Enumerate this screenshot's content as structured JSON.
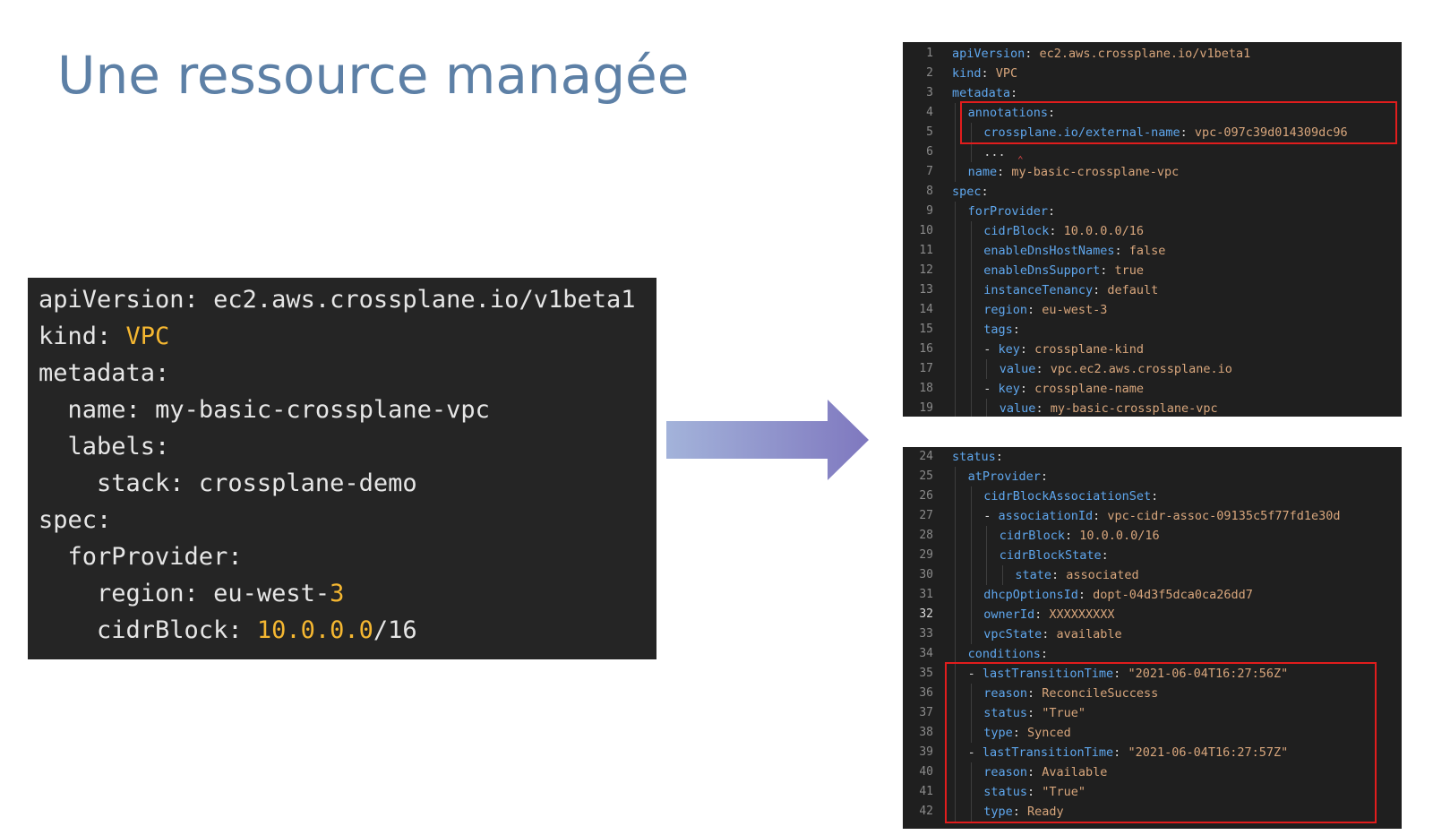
{
  "title": "Une ressource managée",
  "manifest": {
    "lines": [
      {
        "indent": 0,
        "key": "apiVersion",
        "value": "ec2.aws.crossplane.io/v1beta1",
        "color": "plain"
      },
      {
        "indent": 0,
        "key": "kind",
        "value": "VPC",
        "color": "yellow"
      },
      {
        "indent": 0,
        "key": "metadata",
        "value": "",
        "color": "plain"
      },
      {
        "indent": 1,
        "key": "name",
        "value": "my-basic-crossplane-vpc",
        "color": "plain"
      },
      {
        "indent": 1,
        "key": "labels",
        "value": "",
        "color": "plain"
      },
      {
        "indent": 2,
        "key": "stack",
        "value": "crossplane-demo",
        "color": "plain"
      },
      {
        "indent": 0,
        "key": "spec",
        "value": "",
        "color": "plain"
      },
      {
        "indent": 1,
        "key": "forProvider",
        "value": "",
        "color": "plain"
      },
      {
        "indent": 2,
        "key": "region",
        "value": "eu-west-",
        "value_tail": "3",
        "color": "mixed"
      },
      {
        "indent": 2,
        "key": "cidrBlock",
        "value": "10.0.0.0",
        "value_tail": "/16",
        "color": "yellow-then-plain"
      }
    ]
  },
  "editor_top": {
    "lines": [
      {
        "n": "1",
        "indent": 0,
        "key": "apiVersion",
        "value": "ec2.aws.crossplane.io/v1beta1"
      },
      {
        "n": "2",
        "indent": 0,
        "key": "kind",
        "value": "VPC"
      },
      {
        "n": "3",
        "indent": 0,
        "key": "metadata",
        "value": ""
      },
      {
        "n": "4",
        "indent": 1,
        "key": "annotations",
        "value": ""
      },
      {
        "n": "5",
        "indent": 2,
        "key": "crossplane.io/external-name",
        "value": "vpc-097c39d014309dc96"
      },
      {
        "n": "6",
        "indent": 2,
        "key": "",
        "value": "...",
        "plain": true
      },
      {
        "n": "7",
        "indent": 1,
        "key": "name",
        "value": "my-basic-crossplane-vpc"
      },
      {
        "n": "8",
        "indent": 0,
        "key": "spec",
        "value": ""
      },
      {
        "n": "9",
        "indent": 1,
        "key": "forProvider",
        "value": ""
      },
      {
        "n": "10",
        "indent": 2,
        "key": "cidrBlock",
        "value": "10.0.0.0/16"
      },
      {
        "n": "11",
        "indent": 2,
        "key": "enableDnsHostNames",
        "value": "false"
      },
      {
        "n": "12",
        "indent": 2,
        "key": "enableDnsSupport",
        "value": "true"
      },
      {
        "n": "13",
        "indent": 2,
        "key": "instanceTenancy",
        "value": "default"
      },
      {
        "n": "14",
        "indent": 2,
        "key": "region",
        "value": "eu-west-3"
      },
      {
        "n": "15",
        "indent": 2,
        "key": "tags",
        "value": ""
      },
      {
        "n": "16",
        "indent": 2,
        "dash": true,
        "key": "key",
        "value": "crossplane-kind"
      },
      {
        "n": "17",
        "indent": 3,
        "key": "value",
        "value": "vpc.ec2.aws.crossplane.io"
      },
      {
        "n": "18",
        "indent": 2,
        "dash": true,
        "key": "key",
        "value": "crossplane-name"
      },
      {
        "n": "19",
        "indent": 3,
        "key": "value",
        "value": "my-basic-crossplane-vpc"
      }
    ]
  },
  "editor_bottom": {
    "lines": [
      {
        "n": "24",
        "indent": 0,
        "key": "status",
        "value": ""
      },
      {
        "n": "25",
        "indent": 1,
        "key": "atProvider",
        "value": ""
      },
      {
        "n": "26",
        "indent": 2,
        "key": "cidrBlockAssociationSet",
        "value": ""
      },
      {
        "n": "27",
        "indent": 2,
        "dash": true,
        "key": "associationId",
        "value": "vpc-cidr-assoc-09135c5f77fd1e30d"
      },
      {
        "n": "28",
        "indent": 3,
        "key": "cidrBlock",
        "value": "10.0.0.0/16"
      },
      {
        "n": "29",
        "indent": 3,
        "key": "cidrBlockState",
        "value": ""
      },
      {
        "n": "30",
        "indent": 4,
        "key": "state",
        "value": "associated"
      },
      {
        "n": "31",
        "indent": 2,
        "key": "dhcpOptionsId",
        "value": "dopt-04d3f5dca0ca26dd7"
      },
      {
        "n": "32",
        "indent": 2,
        "key": "ownerId",
        "value": "XXXXXXXXX",
        "current": true
      },
      {
        "n": "33",
        "indent": 2,
        "key": "vpcState",
        "value": "available"
      },
      {
        "n": "34",
        "indent": 1,
        "key": "conditions",
        "value": ""
      },
      {
        "n": "35",
        "indent": 1,
        "dash": true,
        "key": "lastTransitionTime",
        "value": "\"2021-06-04T16:27:56Z\""
      },
      {
        "n": "36",
        "indent": 2,
        "key": "reason",
        "value": "ReconcileSuccess"
      },
      {
        "n": "37",
        "indent": 2,
        "key": "status",
        "value": "\"True\""
      },
      {
        "n": "38",
        "indent": 2,
        "key": "type",
        "value": "Synced"
      },
      {
        "n": "39",
        "indent": 1,
        "dash": true,
        "key": "lastTransitionTime",
        "value": "\"2021-06-04T16:27:57Z\""
      },
      {
        "n": "40",
        "indent": 2,
        "key": "reason",
        "value": "Available"
      },
      {
        "n": "41",
        "indent": 2,
        "key": "status",
        "value": "\"True\""
      },
      {
        "n": "42",
        "indent": 2,
        "key": "type",
        "value": "Ready"
      }
    ]
  },
  "colors": {
    "title": "#5d80a6",
    "code_bg": "#252525",
    "yaml_yellow": "#f5b731",
    "editor_key": "#5fa7ee",
    "editor_value": "#d8a67c",
    "highlight_box": "#e11d1d",
    "arrow_start": "#a3b3da",
    "arrow_end": "#7f78bf"
  },
  "icons": {
    "arrow": "right-arrow-icon"
  }
}
